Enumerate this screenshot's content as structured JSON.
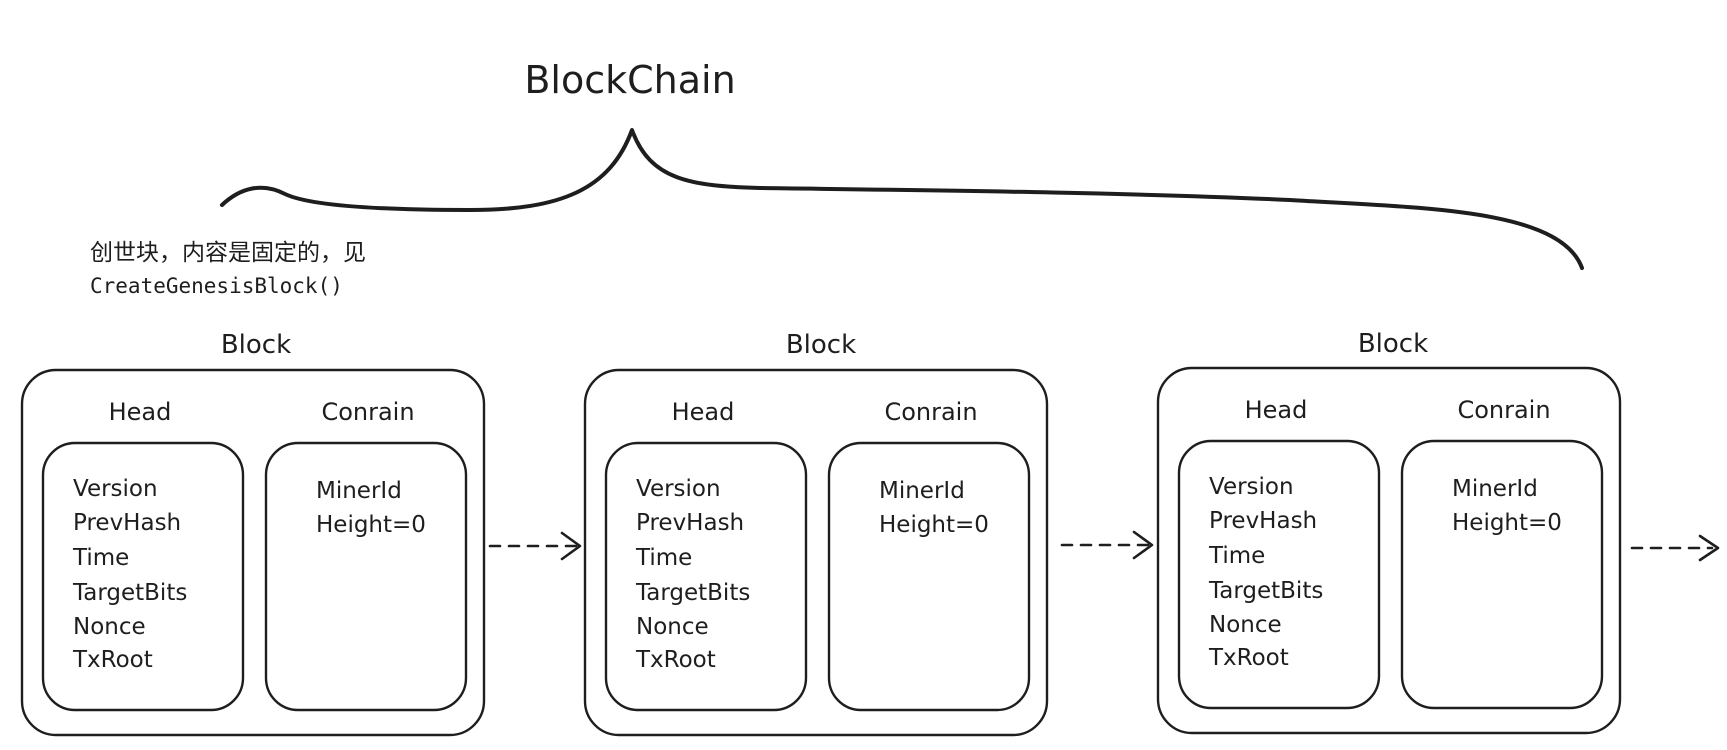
{
  "diagram": {
    "title": "BlockChain",
    "note": {
      "line1": "创世块，内容是固定的，见",
      "line2": "CreateGenesisBlock()"
    },
    "blocks": [
      {
        "label": "Block",
        "head": {
          "label": "Head",
          "fields": [
            "Version",
            "PrevHash",
            "Time",
            "TargetBits",
            "Nonce",
            "TxRoot"
          ]
        },
        "contain": {
          "label": "Conrain",
          "fields": [
            "MinerId",
            "Height=0"
          ]
        }
      },
      {
        "label": "Block",
        "head": {
          "label": "Head",
          "fields": [
            "Version",
            "PrevHash",
            "Time",
            "TargetBits",
            "Nonce",
            "TxRoot"
          ]
        },
        "contain": {
          "label": "Conrain",
          "fields": [
            "MinerId",
            "Height=0"
          ]
        }
      },
      {
        "label": "Block",
        "head": {
          "label": "Head",
          "fields": [
            "Version",
            "PrevHash",
            "Time",
            "TargetBits",
            "Nonce",
            "TxRoot"
          ]
        },
        "contain": {
          "label": "Conrain",
          "fields": [
            "MinerId",
            "Height=0"
          ]
        }
      }
    ],
    "colors": {
      "stroke": "#1e1e1e",
      "background": "#ffffff"
    }
  }
}
